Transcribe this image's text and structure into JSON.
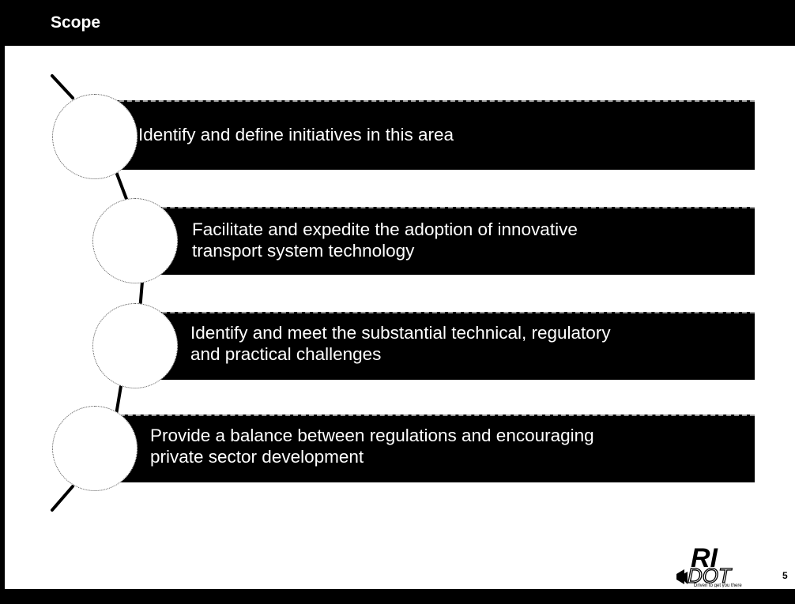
{
  "slide": {
    "title": "Scope",
    "items": [
      {
        "text": "Identify and define initiatives in this area"
      },
      {
        "text": "Facilitate and expedite the adoption of innovative\ntransport system technology"
      },
      {
        "text": "Identify and meet the substantial technical, regulatory\nand practical challenges"
      },
      {
        "text": "Provide a balance between regulations and encouraging\nprivate sector development"
      }
    ],
    "logo": {
      "main_text": "RI",
      "sub_text": "DOT",
      "tagline": "Driven to get you there"
    },
    "page_number": "5"
  },
  "colors": {
    "header": "#000000",
    "bar": "#000000",
    "bar_text": "#ffffff",
    "circle": "#ffffff"
  }
}
